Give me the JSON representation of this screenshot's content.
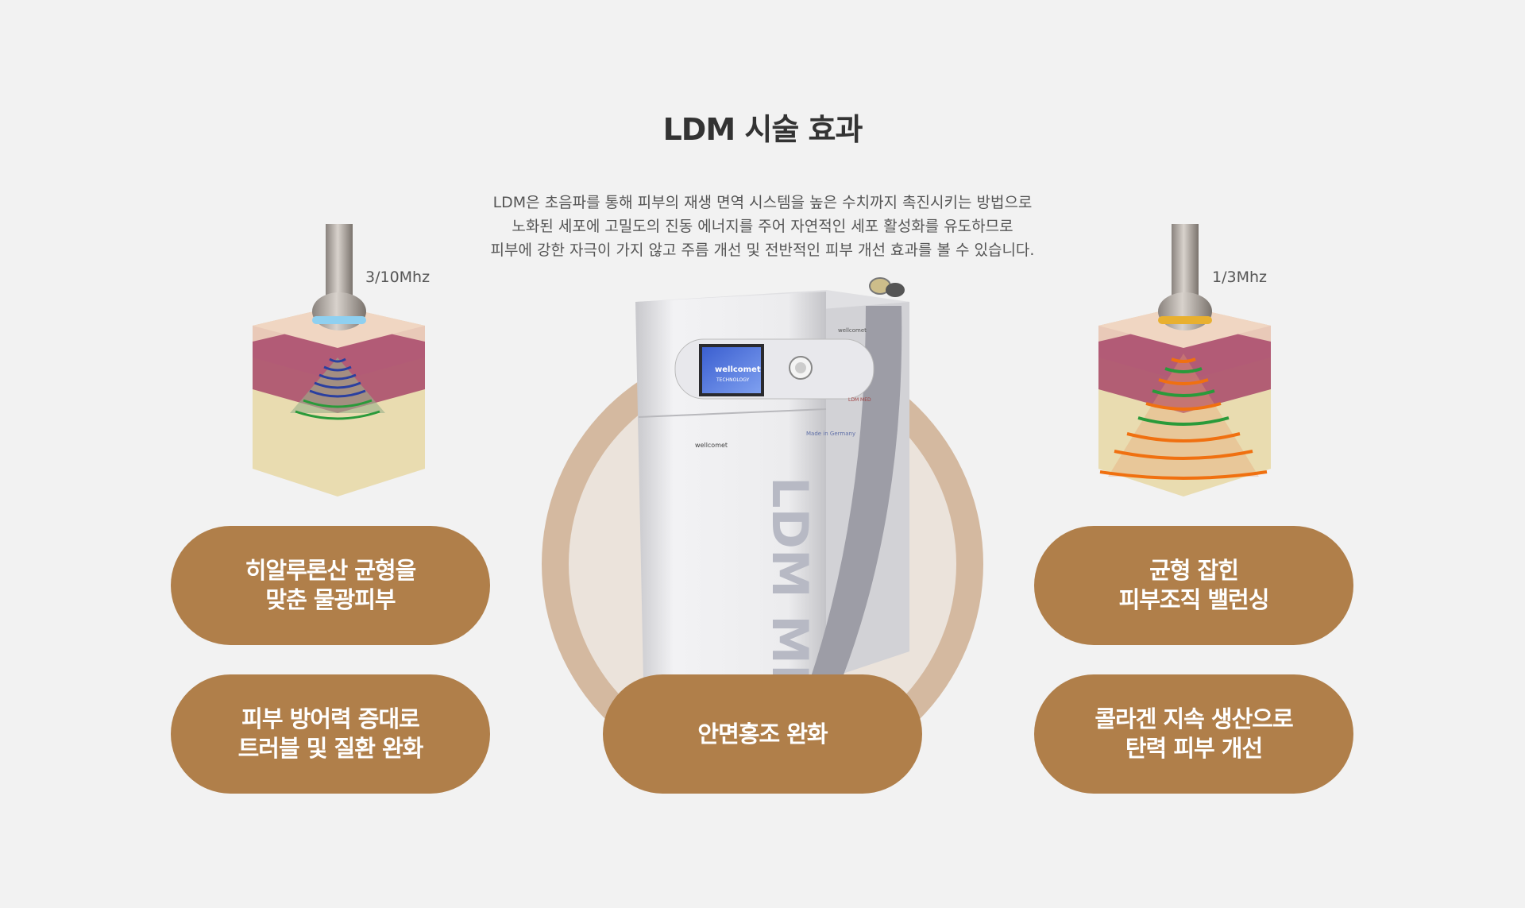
{
  "title": "LDM 시술 효과",
  "description": {
    "line1": "LDM은 초음파를 통해 피부의 재생 면역 시스템을 높은 수치까지 촉진시키는 방법으로",
    "line2": "노화된 세포에 고밀도의 진동 에너지를 주어 자연적인 세포 활성화를 유도하므로",
    "line3": "피부에 강한 자극이 가지 않고 주름 개선 및 전반적인 피부 개선 효과를 볼 수 있습니다."
  },
  "left_probe": {
    "frequency": "3/10Mhz",
    "ring_color": "#8fd0f0",
    "wave_colors": [
      "#2a3fa0",
      "#2a9a3a"
    ]
  },
  "right_probe": {
    "frequency": "1/3Mhz",
    "ring_color": "#e8b030",
    "wave_colors": [
      "#f07010",
      "#2a9a3a"
    ]
  },
  "device": {
    "brand": "wellcomet",
    "screen_brand": "wellcomet",
    "screen_sub": "TECHNOLOGY",
    "model_small": "LDM MED",
    "made_in": "Made in Germany",
    "big_label": "LDM MED"
  },
  "effects": {
    "top_left": {
      "line1": "히알루론산 균형을",
      "line2": "맞춘 물광피부"
    },
    "bottom_left": {
      "line1": "피부 방어력 증대로",
      "line2": "트러블 및 질환 완화"
    },
    "bottom_center": {
      "line1": "안면홍조 완화"
    },
    "top_right": {
      "line1": "균형 잡힌",
      "line2": "피부조직 밸런싱"
    },
    "bottom_right": {
      "line1": "콜라겐 지속 생산으로",
      "line2": "탄력 피부 개선"
    }
  },
  "colors": {
    "pill": "#b07f4a",
    "circle_outer": "#d4b9a0",
    "circle_inner": "#ebe3db",
    "background": "#f2f2f2"
  }
}
